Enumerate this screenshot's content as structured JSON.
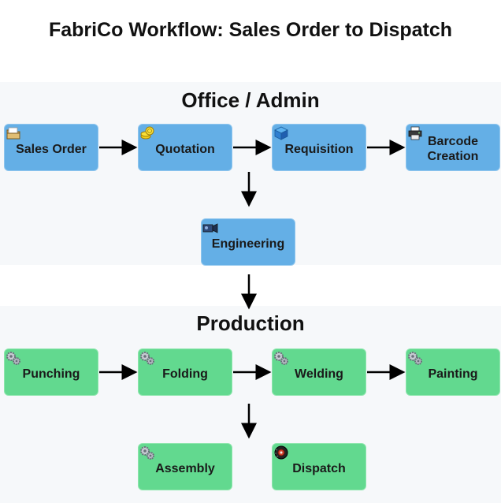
{
  "title": "FabriCo Workflow: Sales Order to Dispatch",
  "sections": {
    "office": "Office / Admin",
    "production": "Production"
  },
  "nodes": {
    "sales_order": "Sales Order",
    "quotation": "Quotation",
    "requisition": "Requisition",
    "barcode_creation": "Barcode\nCreation",
    "engineering": "Engineering",
    "punching": "Punching",
    "folding": "Folding",
    "welding": "Welding",
    "painting": "Painting",
    "assembly": "Assembly",
    "dispatch": "Dispatch"
  },
  "icons": {
    "sales_order": "folder-icon",
    "quotation": "coins-icon",
    "requisition": "package-icon",
    "barcode_creation": "printer-icon",
    "engineering": "camera-icon",
    "punching": "gears-icon",
    "folding": "gears-icon",
    "welding": "gears-icon",
    "painting": "gears-icon",
    "assembly": "gears-icon",
    "dispatch": "tire-icon"
  },
  "colors": {
    "office": "#64afe6",
    "production": "#62d98f",
    "panel": "#f6f8fa",
    "arrow": "#000000"
  }
}
